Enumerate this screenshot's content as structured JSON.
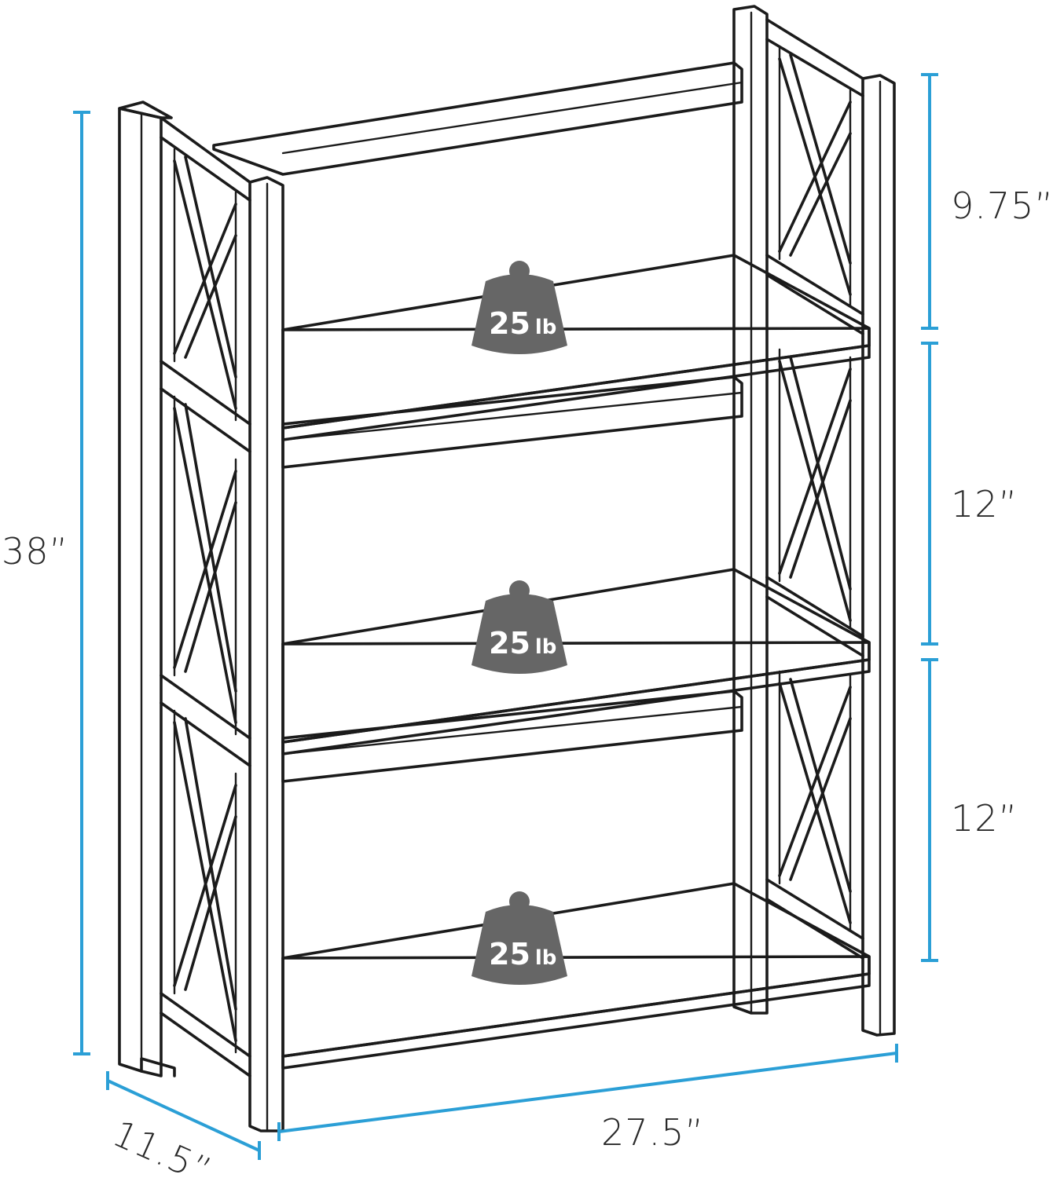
{
  "colors": {
    "dimension_line": "#2b9fd6",
    "weight": "#666666",
    "outline": "#1b1b1b"
  },
  "dimensions": {
    "height": "38”",
    "top_gap": "9.75”",
    "middle_gap": "12”",
    "bottom_gap": "12”",
    "width": "27.5”",
    "depth": "11.5”"
  },
  "weights": [
    {
      "value": "25",
      "unit": "lb"
    },
    {
      "value": "25",
      "unit": "lb"
    },
    {
      "value": "25",
      "unit": "lb"
    }
  ]
}
